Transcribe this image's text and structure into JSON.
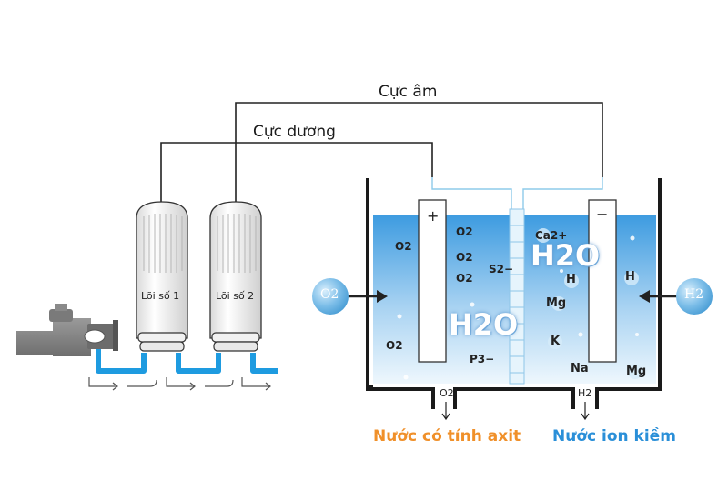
{
  "wires": {
    "cathode_label": "Cực âm",
    "anode_label": "Cực dương"
  },
  "filters": {
    "core1_label": "Lõi số 1",
    "core2_label": "Lõi số 2"
  },
  "tank": {
    "anode_sign": "+",
    "cathode_sign": "−",
    "left_bubble": "O2",
    "right_bubble": "H2",
    "left_outlet": "O2",
    "right_outlet": "H2",
    "big_h2o_left": "H2O",
    "big_h2o_right": "H2O",
    "acid_ions": [
      {
        "id": "o2a",
        "text": "O2"
      },
      {
        "id": "o2b",
        "text": "O2"
      },
      {
        "id": "o2c",
        "text": "O2"
      },
      {
        "id": "o2d",
        "text": "O2"
      },
      {
        "id": "o2e",
        "text": "O2"
      },
      {
        "id": "s2",
        "text": "S2−"
      },
      {
        "id": "p3",
        "text": "P3−"
      }
    ],
    "alkali_ions": [
      {
        "id": "ca",
        "text": "Ca2+"
      },
      {
        "id": "h1",
        "text": "H"
      },
      {
        "id": "h2",
        "text": "H"
      },
      {
        "id": "mg1",
        "text": "Mg"
      },
      {
        "id": "k",
        "text": "K"
      },
      {
        "id": "na",
        "text": "Na"
      },
      {
        "id": "mg2",
        "text": "Mg"
      }
    ]
  },
  "captions": {
    "acid": "Nước có tính axit",
    "alkaline": "Nước ion kiềm"
  },
  "colors": {
    "water_top": "#3d9be0",
    "water_bottom": "#e8f4fc",
    "pipe": "#1e9be0",
    "acid_text": "#f0902a",
    "alkaline_text": "#2a8fd8"
  }
}
